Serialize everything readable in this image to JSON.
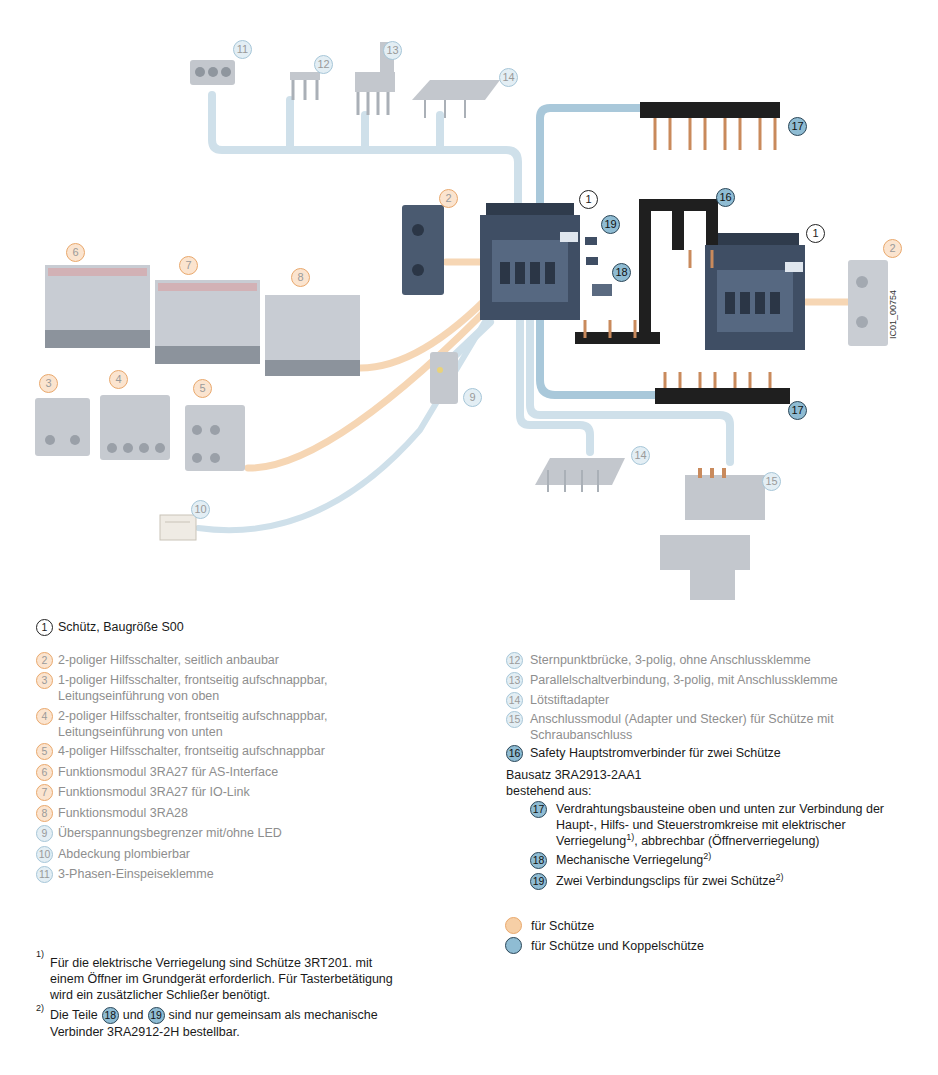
{
  "diagram": {
    "labels": [
      "11",
      "12",
      "13",
      "14",
      "17",
      "2",
      "1",
      "16",
      "19",
      "1",
      "2",
      "6",
      "7",
      "8",
      "18",
      "IC01_00754",
      "9",
      "17",
      "3",
      "4",
      "5",
      "14",
      "15",
      "10",
      "1",
      "Schütz, Baugröße S00",
      "2",
      "2-poliger Hilfsschalter, seitlich anbaubar",
      "3",
      "1-poliger Hilfsschalter, frontseitig aufschnappbar, Leitungseinführung von oben",
      "4",
      "2-poliger Hilfsschalter, frontseitig aufschnappbar, Leitungseinführung von unten",
      "5",
      "4-poliger Hilfsschalter, frontseitig aufschnappbar",
      "6",
      "Funktionsmodul 3RA27 für AS-Interface",
      "7",
      "Funktionsmodul 3RA27 für IO-Link",
      "8",
      "Funktionsmodul 3RA28",
      "9",
      "Überspannungsbegrenzer mit/ohne LED",
      "10",
      "Abdeckung plombierbar",
      "11",
      "3-Phasen-Einspeiseklemme",
      "12",
      "Sternpunktbrücke, 3-polig, ohne Anschlussklemme",
      "13",
      "Parallelschaltverbindung, 3-polig, mit Anschlussklemme",
      "14",
      "Lötstiftadapter",
      "15",
      "Anschlussmodul (Adapter und Stecker) für Schütze mit Schraubanschluss",
      "16",
      "Safety Hauptstromverbinder für zwei Schütze",
      "Bausatz 3RA2913-2AA1 bestehend aus:",
      "17",
      "Verdrahtungsbausteine oben und unten zur Verbindung der Haupt-, Hilfs- und Steuerstromkreise mit elektrischer Verriegelung",
      "1)",
      ", abbrechbar (Öffnerverriegelung)",
      "18",
      "Mechanische Verriegelung",
      "2)",
      "19",
      "Zwei Verbindungsclips für zwei Schütze",
      "2)",
      "1)",
      "Für die elektrische Verriegelung sind Schütze 3RT201. mit einem Öffner im Grundgerät erforderlich. Für Tasterbetätigung wird ein zusätzlicher Schließer benötigt.",
      "2)",
      "Die Teile",
      "18",
      "und",
      "19",
      "sind nur gemeinsam als mechanische Verbinder 3RA2912-2H bestellbar."
    ],
    "legend": [
      {
        "text": "für Schütze",
        "color": "#f6cfa6"
      },
      {
        "text": "für Schütze und Koppelschütze",
        "color": "#8fbcd3"
      }
    ]
  }
}
